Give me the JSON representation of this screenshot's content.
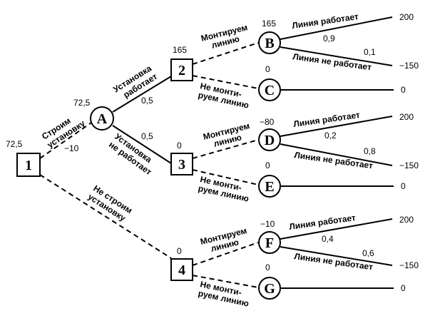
{
  "nodes": {
    "n1": {
      "label": "1",
      "value": "72,5"
    },
    "A": {
      "label": "A",
      "value": "72,5"
    },
    "n2": {
      "label": "2",
      "value": "165"
    },
    "n3": {
      "label": "3",
      "value": "0"
    },
    "n4": {
      "label": "4",
      "value": "0"
    },
    "B": {
      "label": "B",
      "value": "165"
    },
    "C": {
      "label": "C",
      "value": "0"
    },
    "D": {
      "label": "D",
      "value": "−80"
    },
    "E": {
      "label": "E",
      "value": "0"
    },
    "F": {
      "label": "F",
      "value": "−10"
    },
    "G": {
      "label": "G",
      "value": "0"
    }
  },
  "edges": {
    "build": {
      "line1": "Строим",
      "line2": "установку",
      "cost": "−10"
    },
    "no_build": {
      "line1": "Не строим",
      "line2": "установку"
    },
    "works": {
      "line1": "Установка",
      "line2": "работает",
      "prob": "0,5"
    },
    "not_works": {
      "line1": "Установка",
      "line2": "не работает",
      "prob": "0,5"
    },
    "mount": {
      "line1": "Монтируем",
      "line2": "линию"
    },
    "no_mount": {
      "line1": "Не монти-",
      "line2": "руем линию"
    },
    "line_works": "Линия работает",
    "line_not_works": "Линия не работает"
  },
  "probs": {
    "B_up": "0,9",
    "B_down": "0,1",
    "D_up": "0,2",
    "D_down": "0,8",
    "F_up": "0,4",
    "F_down": "0,6"
  },
  "payoffs": {
    "B_up": "200",
    "B_down": "−150",
    "C": "0",
    "D_up": "200",
    "D_down": "−150",
    "E": "0",
    "F_up": "200",
    "F_down": "−150",
    "G": "0"
  }
}
